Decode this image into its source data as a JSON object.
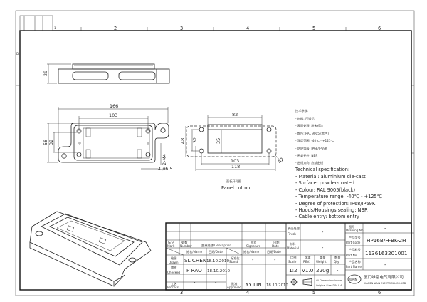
{
  "zones": {
    "columns": [
      "1",
      "2",
      "3",
      "4",
      "5",
      "6"
    ],
    "bottom": [
      "3",
      "4",
      "5",
      "6"
    ],
    "rows": [
      "D"
    ]
  },
  "views": {
    "side": {
      "height_dim": "29"
    },
    "front": {
      "length_dim": "166",
      "pitch_dim": "103",
      "height_dim": "58",
      "hole_pitch_dim": "32",
      "thread": "2-M4",
      "holes": "4-ø6.5"
    },
    "cutout": {
      "width_dim": "82",
      "height_dim": "48",
      "hole_pitch_dim": "32",
      "opening_dim": "35",
      "hole_spacing_dim": "103",
      "overall_dim": "118",
      "radius": "R2",
      "caption_cn": "面板开孔图",
      "caption_en": "Panel cut out"
    }
  },
  "spec_cn": {
    "title": "技术参数:",
    "items": [
      "- 材料: 压铸铝",
      "- 表面处理: 粉末喷涂",
      "- 颜色: RAL 9005 (黑色)",
      "- 温度范围: -40℃ - +125℃",
      "- 防护等级: IP68/IP69K",
      "- 密封元件: NBR",
      "- 出线方向: 底部出线"
    ]
  },
  "spec_en": {
    "title": "Technical specification:",
    "items": [
      "- Material: aluminium die-cast",
      "- Surface: powder-coated",
      "- Colour: RAL 9005(black)",
      "- Temperature range: -40℃ - +125℃",
      "- Degree of protection: IP68/IP69K",
      "- Hoods/Housings sealing: NBR",
      "- Cable entry: bottom entry"
    ]
  },
  "title_block": {
    "mark_cn": "标记",
    "mark": "Mark",
    "number_cn": "处数",
    "number": "Number",
    "description": "变更描述/Description",
    "signature_cn": "签名",
    "signature": "Signature",
    "date_cn": "日期",
    "date": "Date",
    "name_date_1": "姓名/Name",
    "date_1": "日期/Date",
    "name_date_2": "姓名/Name",
    "date_2": "日期/Date",
    "drawn_cn": "绘图",
    "drawn": "Drawn",
    "drawn_name": "SL CHEN",
    "drawn_date": "18.10.2010",
    "checked_cn": "审核",
    "checked": "Checked",
    "checked_name": "P RAO",
    "checked_date": "18.10.2010",
    "process_cn": "工艺",
    "process": "Process",
    "process_name": "-",
    "process_date": "-",
    "stand_cn": "标准化",
    "stand": "Stand",
    "stand_name": "-",
    "stand_date": "-",
    "approved_cn": "批准",
    "approved": "Approved",
    "approved_name": "YY LIN",
    "approved_date": "18.10.2010",
    "finish_cn": "表面处理",
    "finish": "Finish",
    "finish_value": "-",
    "material_cn": "材料",
    "material": "Material",
    "material_value": "-",
    "scale_cn": "比例",
    "scale": "Scale",
    "scale_value": "1:2",
    "rev_cn": "版本",
    "rev": "REV.",
    "rev_value": "V1.0",
    "weight_cn": "重量",
    "weight": "Weight",
    "weight_value": "220g",
    "qty_cn": "数量",
    "qty": "Qty.",
    "qty_value": "-",
    "drawing_no_cn": "图号",
    "drawing_no": "Drawing No.",
    "drawing_no_value": "-",
    "part_code_cn": "产品型号",
    "part_code": "Part Code",
    "part_code_value": "HP16B/H-BK-2H",
    "part_no_cn": "产品料号",
    "part_no": "Part No.",
    "part_no_value": "1136163201001",
    "part_name_cn": "产品名称",
    "part_name": "Part Name",
    "part_name_value": "-",
    "dims_note_1": "All Dimensions in mm",
    "dims_note_2": "Original Size: DIN A 4",
    "company_cn": "厦门唯恩电气有限公司",
    "company_en": "XIAMEN WAIN ELECTRICAL CO.,LTD",
    "logo": "WAIN"
  }
}
